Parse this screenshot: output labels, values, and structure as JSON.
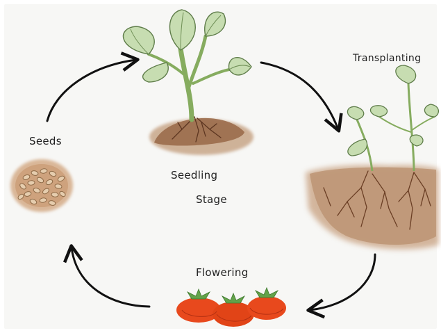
{
  "diagram": {
    "stages": {
      "seeds": "Seeds",
      "seedling_line1": "Seedling",
      "seedling_line2": "Stage",
      "transplanting": "Transplanting",
      "flowering": "Flowering"
    },
    "colors": {
      "background": "#f7f7f5",
      "leaf_fill": "#c5dcb0",
      "leaf_stroke": "#5f7d4a",
      "stem": "#7aa056",
      "soil": "#b38f71",
      "soil_dark": "#8a5a3a",
      "root": "#6b4229",
      "seed": "#e2c7a6",
      "seed_outline": "#8e6a47",
      "fruit": "#e8491d",
      "fruit_leaf": "#63a24a",
      "arrow": "#111111"
    }
  }
}
